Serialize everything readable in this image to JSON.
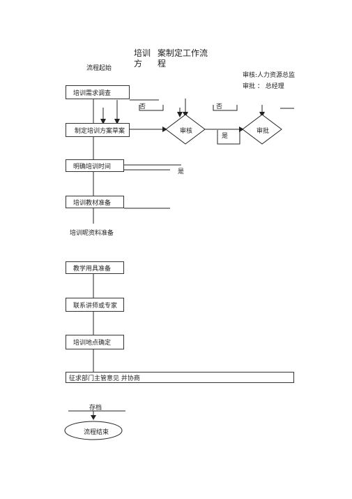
{
  "title": {
    "line1_a": "培训",
    "line1_b": "案制定工作流",
    "line2_a": "方",
    "line2_b": "程"
  },
  "start_label": "流程起始",
  "approvals": {
    "reviewer": "审核:人力资源总监",
    "approver": "审批 ： 总经理"
  },
  "steps": {
    "survey": "培训需求调查",
    "draft": "制定培训方案草案",
    "review": "审核",
    "approve": "审批",
    "time": "明确培训时间",
    "materials": "培训教材准备",
    "handouts": "培训昵资料准备",
    "tools": "教学用具准备",
    "lecturer": "联系讲师或专家",
    "venue": "培训地点确定",
    "consult": "征求部门主管意见  并协商",
    "archive": "存档",
    "end": "流程结束"
  },
  "branches": {
    "no_1": "否",
    "no_2": "否",
    "yes_1": "是",
    "yes_2": "是"
  }
}
